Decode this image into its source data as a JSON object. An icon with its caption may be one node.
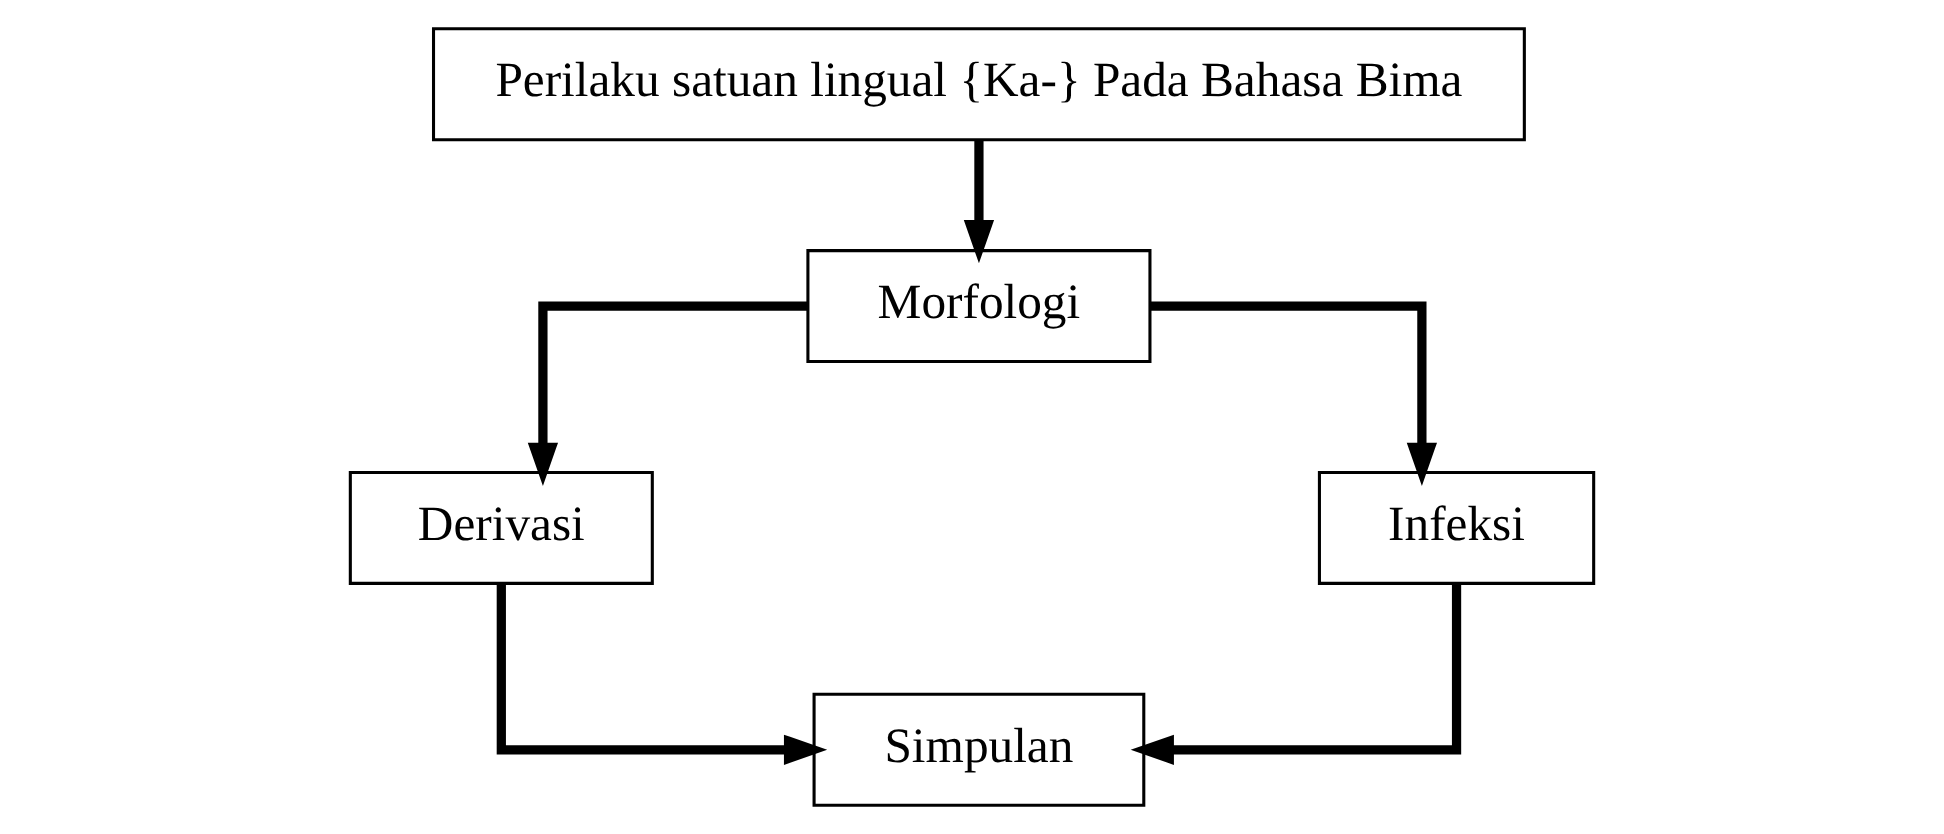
{
  "diagram": {
    "nodes": [
      {
        "text": [
          "Perilaku satuan lingual {Ka-} Pada Bahasa Bima"
        ]
      },
      {
        "text": [
          "Morfologi"
        ]
      },
      {
        "text": [
          "Derivasi"
        ]
      },
      {
        "text": [
          "Infeksi"
        ]
      },
      {
        "text": [
          "Simpulan"
        ]
      }
    ],
    "edges": [
      {
        "from": 0,
        "to": 1,
        "arrow": "to"
      },
      {
        "from": 1,
        "to": 2,
        "arrow": "to"
      },
      {
        "from": 1,
        "to": 3,
        "arrow": "to"
      },
      {
        "from": 2,
        "to": 4,
        "arrow": "to"
      },
      {
        "from": 3,
        "to": 4,
        "arrow": "to"
      }
    ]
  }
}
